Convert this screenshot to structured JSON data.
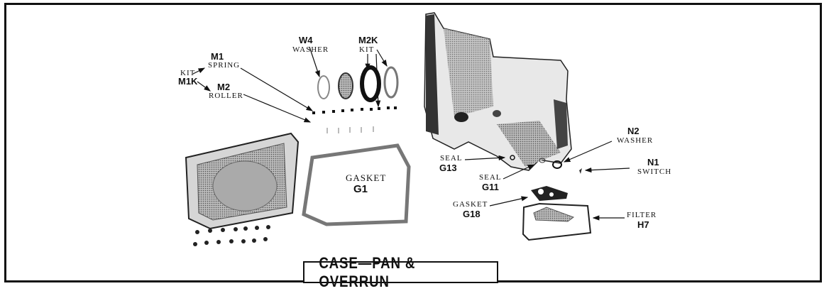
{
  "title": "CASE—PAN & OVERRUN",
  "callouts": {
    "m1": {
      "code": "M1",
      "name": "SPRING"
    },
    "m2": {
      "code": "M2",
      "name": "ROLLER"
    },
    "m1k": {
      "code": "M1K",
      "name": "KIT"
    },
    "w4": {
      "code": "W4",
      "name": "WASHER"
    },
    "m2k": {
      "code": "M2K",
      "name": "KIT"
    },
    "g1": {
      "code": "G1",
      "name": "GASKET"
    },
    "g13": {
      "code": "G13",
      "name": "SEAL"
    },
    "g11": {
      "code": "G11",
      "name": "SEAL"
    },
    "n2": {
      "code": "N2",
      "name": "WASHER"
    },
    "n1": {
      "code": "N1",
      "name": "SWITCH"
    },
    "g18": {
      "code": "G18",
      "name": "GASKET"
    },
    "h7": {
      "code": "H7",
      "name": "FILTER"
    }
  }
}
